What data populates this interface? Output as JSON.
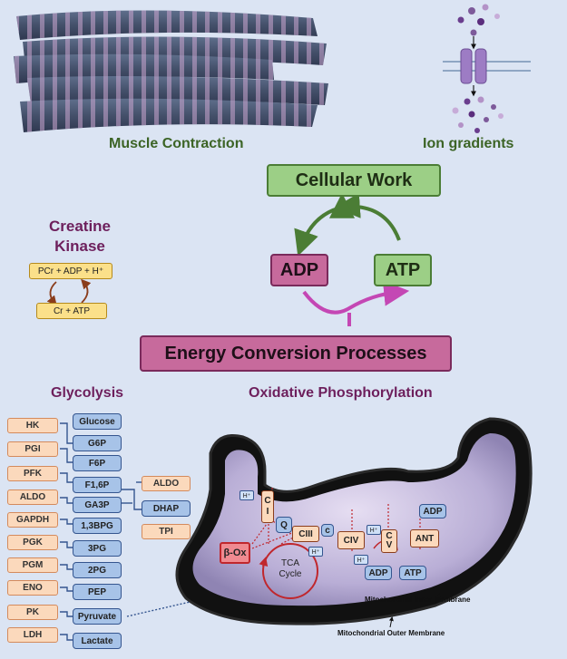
{
  "top": {
    "muscle_label": "Muscle Contraction",
    "ion_label": "Ion gradients",
    "cellular_work": "Cellular Work",
    "adp": "ADP",
    "atp": "ATP",
    "energy_conversion": "Energy Conversion Processes"
  },
  "creatine": {
    "title_line1": "Creatine",
    "title_line2": "Kinase",
    "box1": "PCr + ADP + H⁺",
    "box2": "Cr + ATP"
  },
  "glycolysis": {
    "title": "Glycolysis",
    "enzymes": [
      "HK",
      "PGI",
      "PFK",
      "ALDO",
      "GAPDH",
      "PGK",
      "PGM",
      "ENO",
      "PK",
      "LDH"
    ],
    "metabolites": [
      "Glucose",
      "G6P",
      "F6P",
      "F1,6P",
      "GA3P",
      "1,3BPG",
      "3PG",
      "2PG",
      "PEP",
      "Pyruvate",
      "Lactate"
    ],
    "side_aldo": "ALDO",
    "side_dhap": "DHAP",
    "side_tpi": "TPI"
  },
  "oxphos": {
    "title": "Oxidative Phosphorylation",
    "hplus": "H⁺",
    "ci": "C\nI",
    "q": "Q",
    "ciii": "CIII",
    "c": "c",
    "civ": "CIV",
    "cv": "C\nV",
    "ant": "ANT",
    "adp_top": "ADP",
    "adp": "ADP",
    "atp": "ATP",
    "box": "β-Ox",
    "tca_line1": "TCA",
    "tca_line2": "Cycle",
    "inner_membrane": "Mitochondrial Inner Membrane",
    "outer_membrane": "Mitochondrial Outer Membrane"
  },
  "colors": {
    "background": "#dbe4f3",
    "green": "#3c6426",
    "purple": "#6d1f5c",
    "magenta_arrow": "#c447b4",
    "green_arrow": "#4b7d35",
    "red": "#c0272d"
  }
}
